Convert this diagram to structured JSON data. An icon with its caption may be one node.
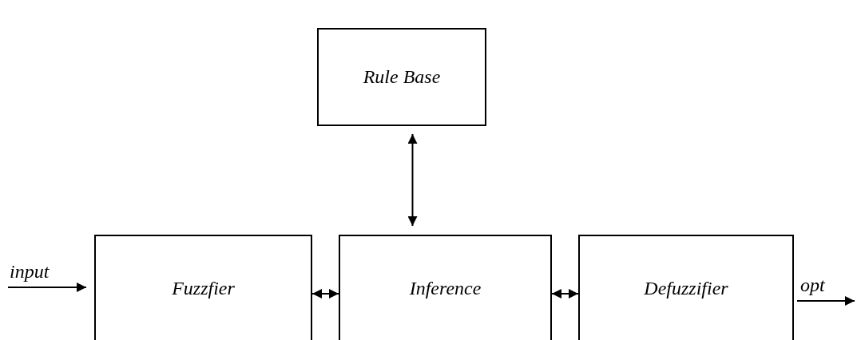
{
  "diagram": {
    "nodes": [
      {
        "text": [
          "Rule Base"
        ]
      },
      {
        "text": [
          "Fuzzfier"
        ]
      },
      {
        "text": [
          "Inference"
        ]
      },
      {
        "text": [
          "Defuzzifier"
        ]
      }
    ],
    "edges": [
      {
        "from": null,
        "to": 1,
        "arrow": "to",
        "label": "input"
      },
      {
        "from": 0,
        "to": 2,
        "arrow": "both"
      },
      {
        "from": 1,
        "to": 2,
        "arrow": "both"
      },
      {
        "from": 2,
        "to": 3,
        "arrow": "both"
      },
      {
        "from": 3,
        "to": null,
        "arrow": "to",
        "label": "opt"
      }
    ]
  }
}
